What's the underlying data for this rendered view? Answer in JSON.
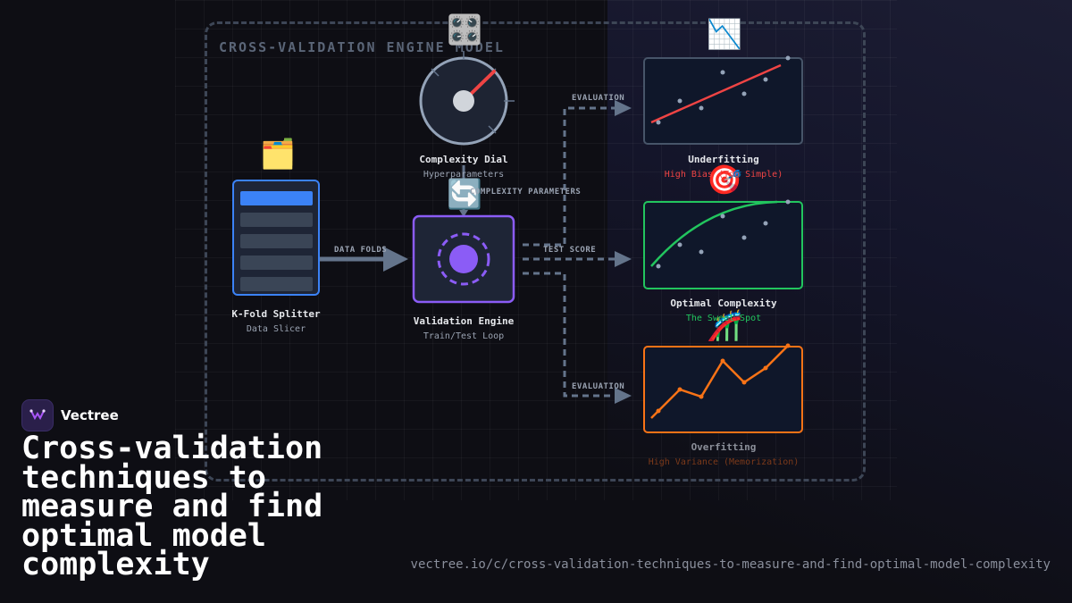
{
  "diagram": {
    "title": "CROSS-VALIDATION ENGINE MODEL",
    "nodes": {
      "splitter": {
        "icon": "🗂️",
        "icon_name": "folder-dividers-icon",
        "label": "K-Fold Splitter",
        "sublabel": "Data Slicer",
        "accent": "#3b82f6"
      },
      "dial": {
        "icon": "🎛️",
        "icon_name": "control-knobs-icon",
        "label": "Complexity Dial",
        "sublabel": "Hyperparameters",
        "accent": "#ef4444"
      },
      "engine": {
        "icon": "🔄",
        "icon_name": "cycle-arrows-icon",
        "label": "Validation Engine",
        "sublabel": "Train/Test Loop",
        "accent": "#8b5cf6"
      },
      "underfitting": {
        "icon": "📉",
        "icon_name": "chart-decreasing-icon",
        "label": "Underfitting",
        "sublabel": "High Bias (Too Simple)",
        "accent": "#ef4444"
      },
      "optimal": {
        "icon": "🎯",
        "icon_name": "target-icon",
        "label": "Optimal Complexity",
        "sublabel": "The Sweet Spot",
        "accent": "#22c55e"
      },
      "overfitting": {
        "icon": "🎢",
        "icon_name": "roller-coaster-icon",
        "label": "Overfitting",
        "sublabel": "High Variance (Memorization)",
        "accent": "#f97316"
      }
    },
    "edges": {
      "data_folds": "DATA FOLDS",
      "complexity_parameters": "COMPLEXITY PARAMETERS",
      "evaluation_top": "EVALUATION",
      "test_score": "TEST SCORE",
      "evaluation_bottom": "EVALUATION"
    }
  },
  "brand": {
    "name": "Vectree",
    "logo_icon": "vectree-logo-icon"
  },
  "headline": "Cross-validation techniques to measure and find optimal model complexity",
  "url": "vectree.io/c/cross-validation-techniques-to-measure-and-find-optimal-model-complexity"
}
